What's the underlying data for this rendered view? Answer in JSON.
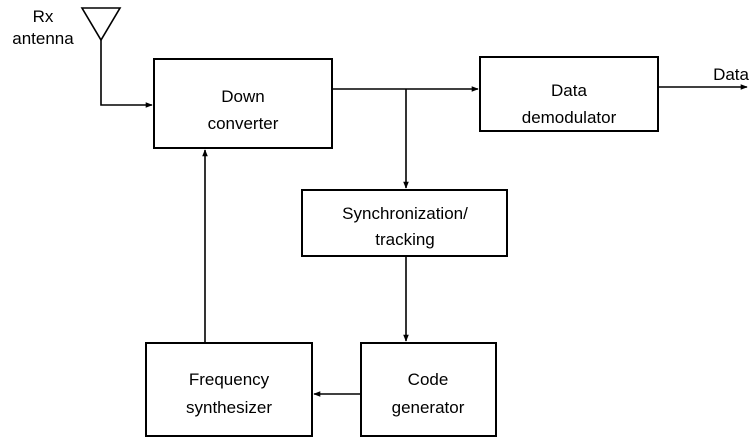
{
  "antenna": {
    "line1": "Rx",
    "line2": "antenna"
  },
  "blocks": {
    "down_converter": {
      "line1": "Down",
      "line2": "converter"
    },
    "data_demodulator": {
      "line1": "Data",
      "line2": "demodulator"
    },
    "sync_tracking": {
      "line1": "Synchronization/",
      "line2": "tracking"
    },
    "code_generator": {
      "line1": "Code",
      "line2": "generator"
    },
    "frequency_synthesizer": {
      "line1": "Frequency",
      "line2": "synthesizer"
    }
  },
  "output": {
    "label": "Data"
  },
  "colors": {
    "stroke": "#000000",
    "background": "#ffffff"
  }
}
